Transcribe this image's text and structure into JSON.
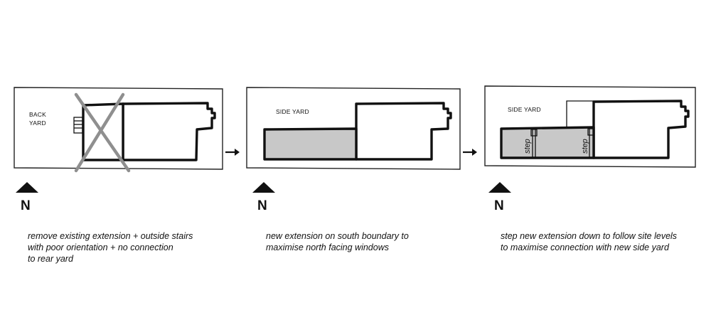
{
  "panels": [
    {
      "label_lines": [
        "BACK",
        "YARD"
      ],
      "north_label": "N",
      "caption_lines": [
        "remove existing extension + outside stairs",
        "with poor orientation + no connection",
        "to rear yard"
      ]
    },
    {
      "label_lines": [
        "SIDE YARD"
      ],
      "north_label": "N",
      "caption_lines": [
        "new extension on south boundary to",
        "maximise north facing windows"
      ]
    },
    {
      "label_lines": [
        "SIDE YARD"
      ],
      "north_label": "N",
      "step_labels": [
        "step",
        "step"
      ],
      "caption_lines": [
        "step new extension down to follow site levels",
        "to maximise connection with new side yard"
      ]
    }
  ],
  "colors": {
    "new_extension_fill": "#c8c8c8",
    "cross_out": "#8f8f8f",
    "ink": "#111111"
  }
}
